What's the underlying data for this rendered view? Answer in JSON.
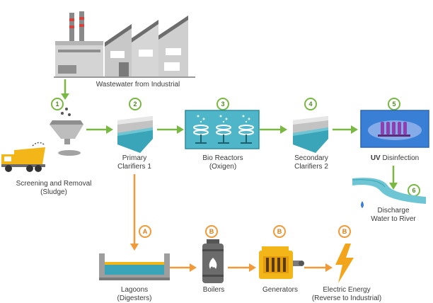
{
  "colors": {
    "green_arrow": "#79b843",
    "orange_arrow": "#f29a38",
    "water_teal": "#3aa5b8",
    "truck_yellow": "#f2b619",
    "factory_gray": "#c9c9c9",
    "energy_orange": "#f2a51a"
  },
  "stages": {
    "factory": {
      "label": "Wastewater from Industrial",
      "icon": "factory-icon"
    },
    "s1": {
      "number": "1",
      "line1": "Screening and Removal",
      "line2": "(Sludge)",
      "icon": "screening-hopper-icon"
    },
    "s2": {
      "number": "2",
      "line1": "Primary",
      "line2": "Clarifiers 1",
      "icon": "clarifier-tank-icon"
    },
    "s3": {
      "number": "3",
      "line1": "Bio Reactors",
      "line2": "(Oxigen)",
      "icon": "bio-reactor-icon"
    },
    "s4": {
      "number": "4",
      "line1": "Secondary",
      "line2": "Clarifiers 2",
      "icon": "clarifier-tank-icon"
    },
    "s5": {
      "number": "5",
      "bold": "UV",
      "rest": " Disinfection",
      "icon": "uv-lamp-icon"
    },
    "s6": {
      "number": "6",
      "line1": "Discharge",
      "line2": "Water to River",
      "icon": "river-icon"
    },
    "sA": {
      "letter": "A",
      "line1": "Lagoons",
      "line2": "(Digesters)",
      "icon": "lagoon-icon"
    },
    "sB1": {
      "letter": "B",
      "line1": "Boilers",
      "icon": "boiler-icon"
    },
    "sB2": {
      "letter": "B",
      "line1": "Generators",
      "icon": "generator-icon"
    },
    "sB3": {
      "letter": "B",
      "line1": "Electric Energy",
      "line2": "(Reverse to Industrial)",
      "icon": "lightning-bolt-icon"
    }
  }
}
